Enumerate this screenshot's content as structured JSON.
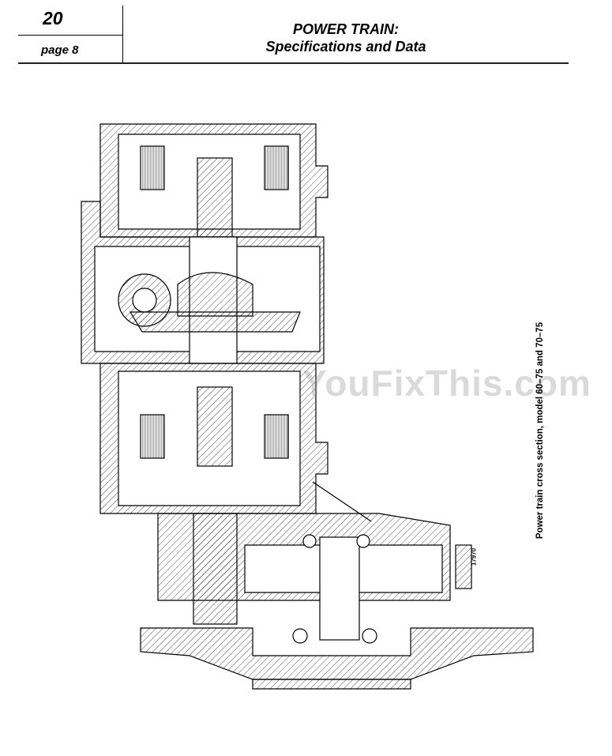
{
  "header": {
    "section_number": "20",
    "page_label": "page 8",
    "title_line1": "POWER TRAIN:",
    "title_line2": "Specifications and Data"
  },
  "figure": {
    "caption": "Power train cross section, model 60–75 and 70–75",
    "figure_number": "17970"
  },
  "watermark": "YouFixThis.com"
}
